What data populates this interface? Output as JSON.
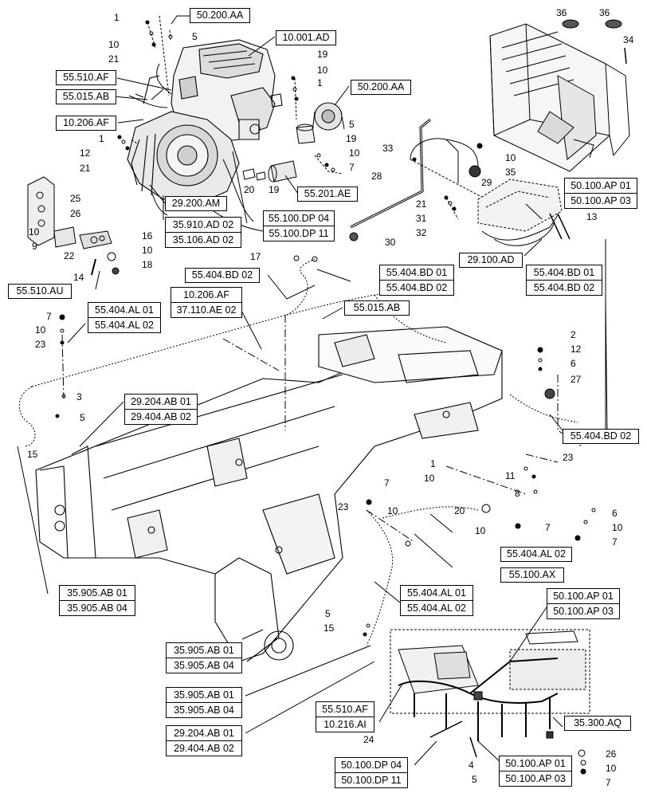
{
  "ref_labels": {
    "r50200aa_top": "50.200.AA",
    "r10001ad": "10.001.AD",
    "r55510af_top": "55.510.AF",
    "r55015ab_left": "55.015.AB",
    "r10206af_left": "10.206.AF",
    "r50200aa_right": "50.200.AA",
    "r55201ae": "55.201.AE",
    "r29200am": "29.200.AM",
    "r35910_pair": [
      "35.910.AD 02",
      "35.106.AD 02"
    ],
    "r55100dp_pair": [
      "55.100.DP 04",
      "55.100.DP 11"
    ],
    "r50100ap_tr": [
      "50.100.AP 01",
      "50.100.AP 03"
    ],
    "r29100ad": "29.100.AD",
    "r55510au": "55.510.AU",
    "r55404bd_mid": [
      "55.404.BD 01",
      "55.404.BD 02"
    ],
    "r55404bd_right": [
      "55.404.BD 01",
      "55.404.BD 02"
    ],
    "r55404bd02_a": "55.404.BD 02",
    "r10206af_mid": [
      "10.206.AF",
      "37.110.AE 02"
    ],
    "r55015ab_mid": "55.015.AB",
    "r55404al_left": [
      "55.404.AL 01",
      "55.404.AL 02"
    ],
    "r29204ab_left": [
      "29.204.AB 01",
      "29.404.AB 02"
    ],
    "r55404bd02_b": "55.404.BD 02",
    "r55404al02": "55.404.AL 02",
    "r55100ax": "55.100.AX",
    "r35905ab_left": [
      "35.905.AB 01",
      "35.905.AB 04"
    ],
    "r55404al_low": [
      "55.404.AL 01",
      "55.404.AL 02"
    ],
    "r50100ap_low": [
      "50.100.AP 01",
      "50.100.AP 03"
    ],
    "r35905ab_mid": [
      "35.905.AB 01",
      "35.905.AB 04"
    ],
    "r35905ab_bot": [
      "35.905.AB 01",
      "35.905.AB 04"
    ],
    "r55510af_bot": [
      "55.510.AF",
      "10.216.AI"
    ],
    "r35300aq": "35.300.AQ",
    "r29204ab_bot": [
      "29.204.AB 01",
      "29.404.AB 02"
    ],
    "r50100dp": [
      "50.100.DP 04",
      "50.100.DP 11"
    ],
    "r50100ap_bot": [
      "50.100.AP 01",
      "50.100.AP 03"
    ]
  },
  "callouts": {
    "n1a": "1",
    "n5a": "5",
    "n10a": "10",
    "n21a": "21",
    "n19a": "19",
    "n10b": "10",
    "n1b": "1",
    "n5b": "5",
    "n19b": "19",
    "n10c": "10",
    "n7a": "7",
    "n1c": "1",
    "n12a": "12",
    "n21b": "21",
    "n20a": "20",
    "n19c": "19",
    "n36a": "36",
    "n36b": "36",
    "n34": "34",
    "n10d": "10",
    "n35": "35",
    "n33": "33",
    "n28": "28",
    "n29": "29",
    "n21c": "21",
    "n31": "31",
    "n32": "32",
    "n30": "30",
    "n13": "13",
    "n25": "25",
    "n26a": "26",
    "n10e": "10",
    "n9": "9",
    "n22": "22",
    "n16": "16",
    "n10f": "10",
    "n18": "18",
    "n14": "14",
    "n17": "17",
    "n7b": "7",
    "n10g": "10",
    "n23a": "23",
    "n3": "3",
    "n5c": "5",
    "n15a": "15",
    "n2": "2",
    "n12b": "12",
    "n6a": "6",
    "n27": "27",
    "n1d": "1",
    "n10h": "10",
    "n23b": "23",
    "n11": "11",
    "n8": "8",
    "n7c": "7",
    "n10i": "10",
    "n23c": "23",
    "n20b": "20",
    "n10j": "10",
    "n7d": "7",
    "n6b": "6",
    "n10k": "10",
    "n7e": "7",
    "n5d": "5",
    "n15b": "15",
    "n24": "24",
    "n4": "4",
    "n5e": "5",
    "n26b": "26",
    "n10l": "10",
    "n7f": "7"
  }
}
